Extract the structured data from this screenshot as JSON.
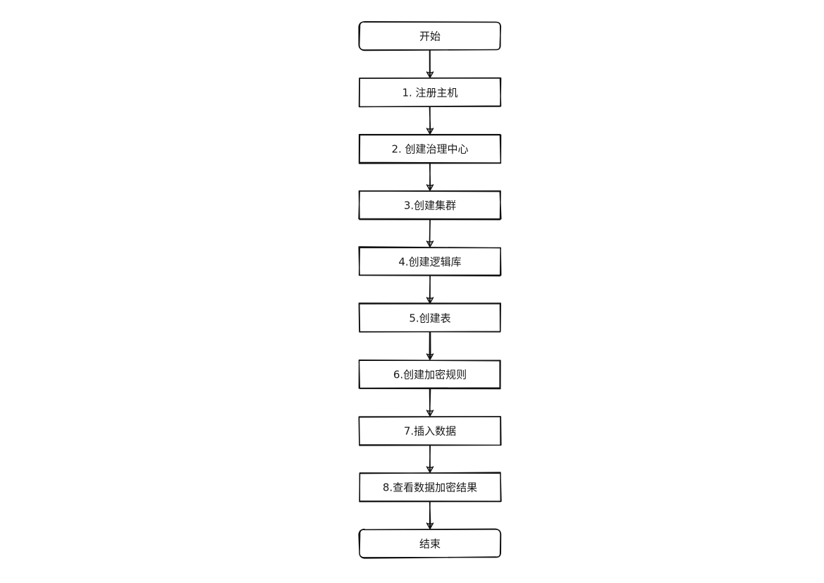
{
  "diagram": {
    "type": "flowchart",
    "direction": "top-to-bottom",
    "nodes": [
      {
        "id": "start",
        "label": "开始",
        "shape": "rounded"
      },
      {
        "id": "s1",
        "label": "1. 注册主机",
        "shape": "rect"
      },
      {
        "id": "s2",
        "label": "2. 创建治理中心",
        "shape": "rect"
      },
      {
        "id": "s3",
        "label": "3.创建集群",
        "shape": "rect"
      },
      {
        "id": "s4",
        "label": "4.创建逻辑库",
        "shape": "rect"
      },
      {
        "id": "s5",
        "label": "5.创建表",
        "shape": "rect"
      },
      {
        "id": "s6",
        "label": "6.创建加密规则",
        "shape": "rect"
      },
      {
        "id": "s7",
        "label": "7.插入数据",
        "shape": "rect"
      },
      {
        "id": "s8",
        "label": "8.查看数据加密结果",
        "shape": "rect"
      },
      {
        "id": "end",
        "label": "结束",
        "shape": "rounded"
      }
    ],
    "edges": [
      {
        "from": "start",
        "to": "s1"
      },
      {
        "from": "s1",
        "to": "s2"
      },
      {
        "from": "s2",
        "to": "s3"
      },
      {
        "from": "s3",
        "to": "s4"
      },
      {
        "from": "s4",
        "to": "s5"
      },
      {
        "from": "s5",
        "to": "s6"
      },
      {
        "from": "s6",
        "to": "s7"
      },
      {
        "from": "s7",
        "to": "s8"
      },
      {
        "from": "s8",
        "to": "end"
      }
    ],
    "colors": {
      "stroke": "#111111",
      "fill": "#ffffff",
      "text": "#1a1a1a"
    }
  }
}
